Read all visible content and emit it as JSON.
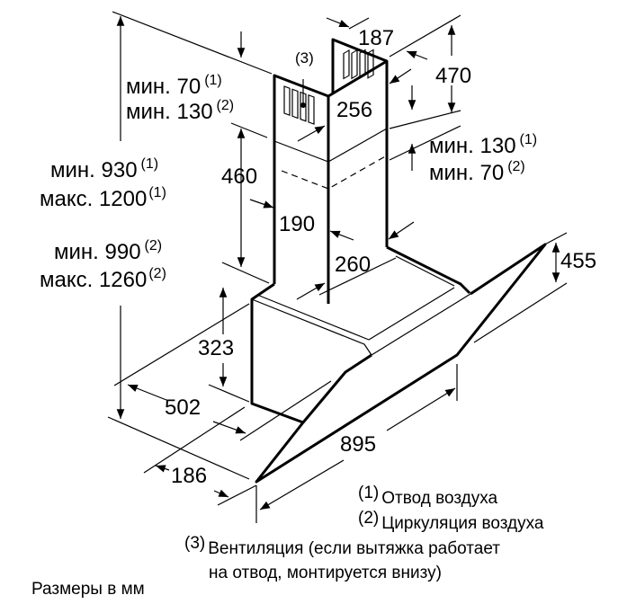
{
  "diagram": {
    "callout_3": "(3)",
    "dims": {
      "d187": "187",
      "d470": "470",
      "d256": "256",
      "d460": "460",
      "d190": "190",
      "d260": "260",
      "d455": "455",
      "d323": "323",
      "d502": "502",
      "d895": "895",
      "d186": "186"
    },
    "notes": {
      "min70_1": {
        "text": "мин. 70",
        "sup": "(1)"
      },
      "min130_2": {
        "text": "мин. 130",
        "sup": "(2)"
      },
      "min130_1": {
        "text": "мин. 130",
        "sup": "(1)"
      },
      "min70_2": {
        "text": "мин. 70",
        "sup": "(2)"
      },
      "min930_1": {
        "text": "мин. 930",
        "sup": "(1)"
      },
      "max1200_1": {
        "text": "макс. 1200",
        "sup": "(1)"
      },
      "min990_2": {
        "text": "мин. 990",
        "sup": "(2)"
      },
      "max1260_2": {
        "text": "макс. 1260",
        "sup": "(2)"
      }
    },
    "legend": [
      {
        "mark": "(1)",
        "text": "Отвод воздуха"
      },
      {
        "mark": "(2)",
        "text": "Циркуляция воздуха"
      },
      {
        "mark": "(3)",
        "text": "Вентиляция (если вытяжка работает",
        "text2": "на отвод, монтируется внизу)"
      }
    ],
    "units_note": "Размеры в мм"
  }
}
